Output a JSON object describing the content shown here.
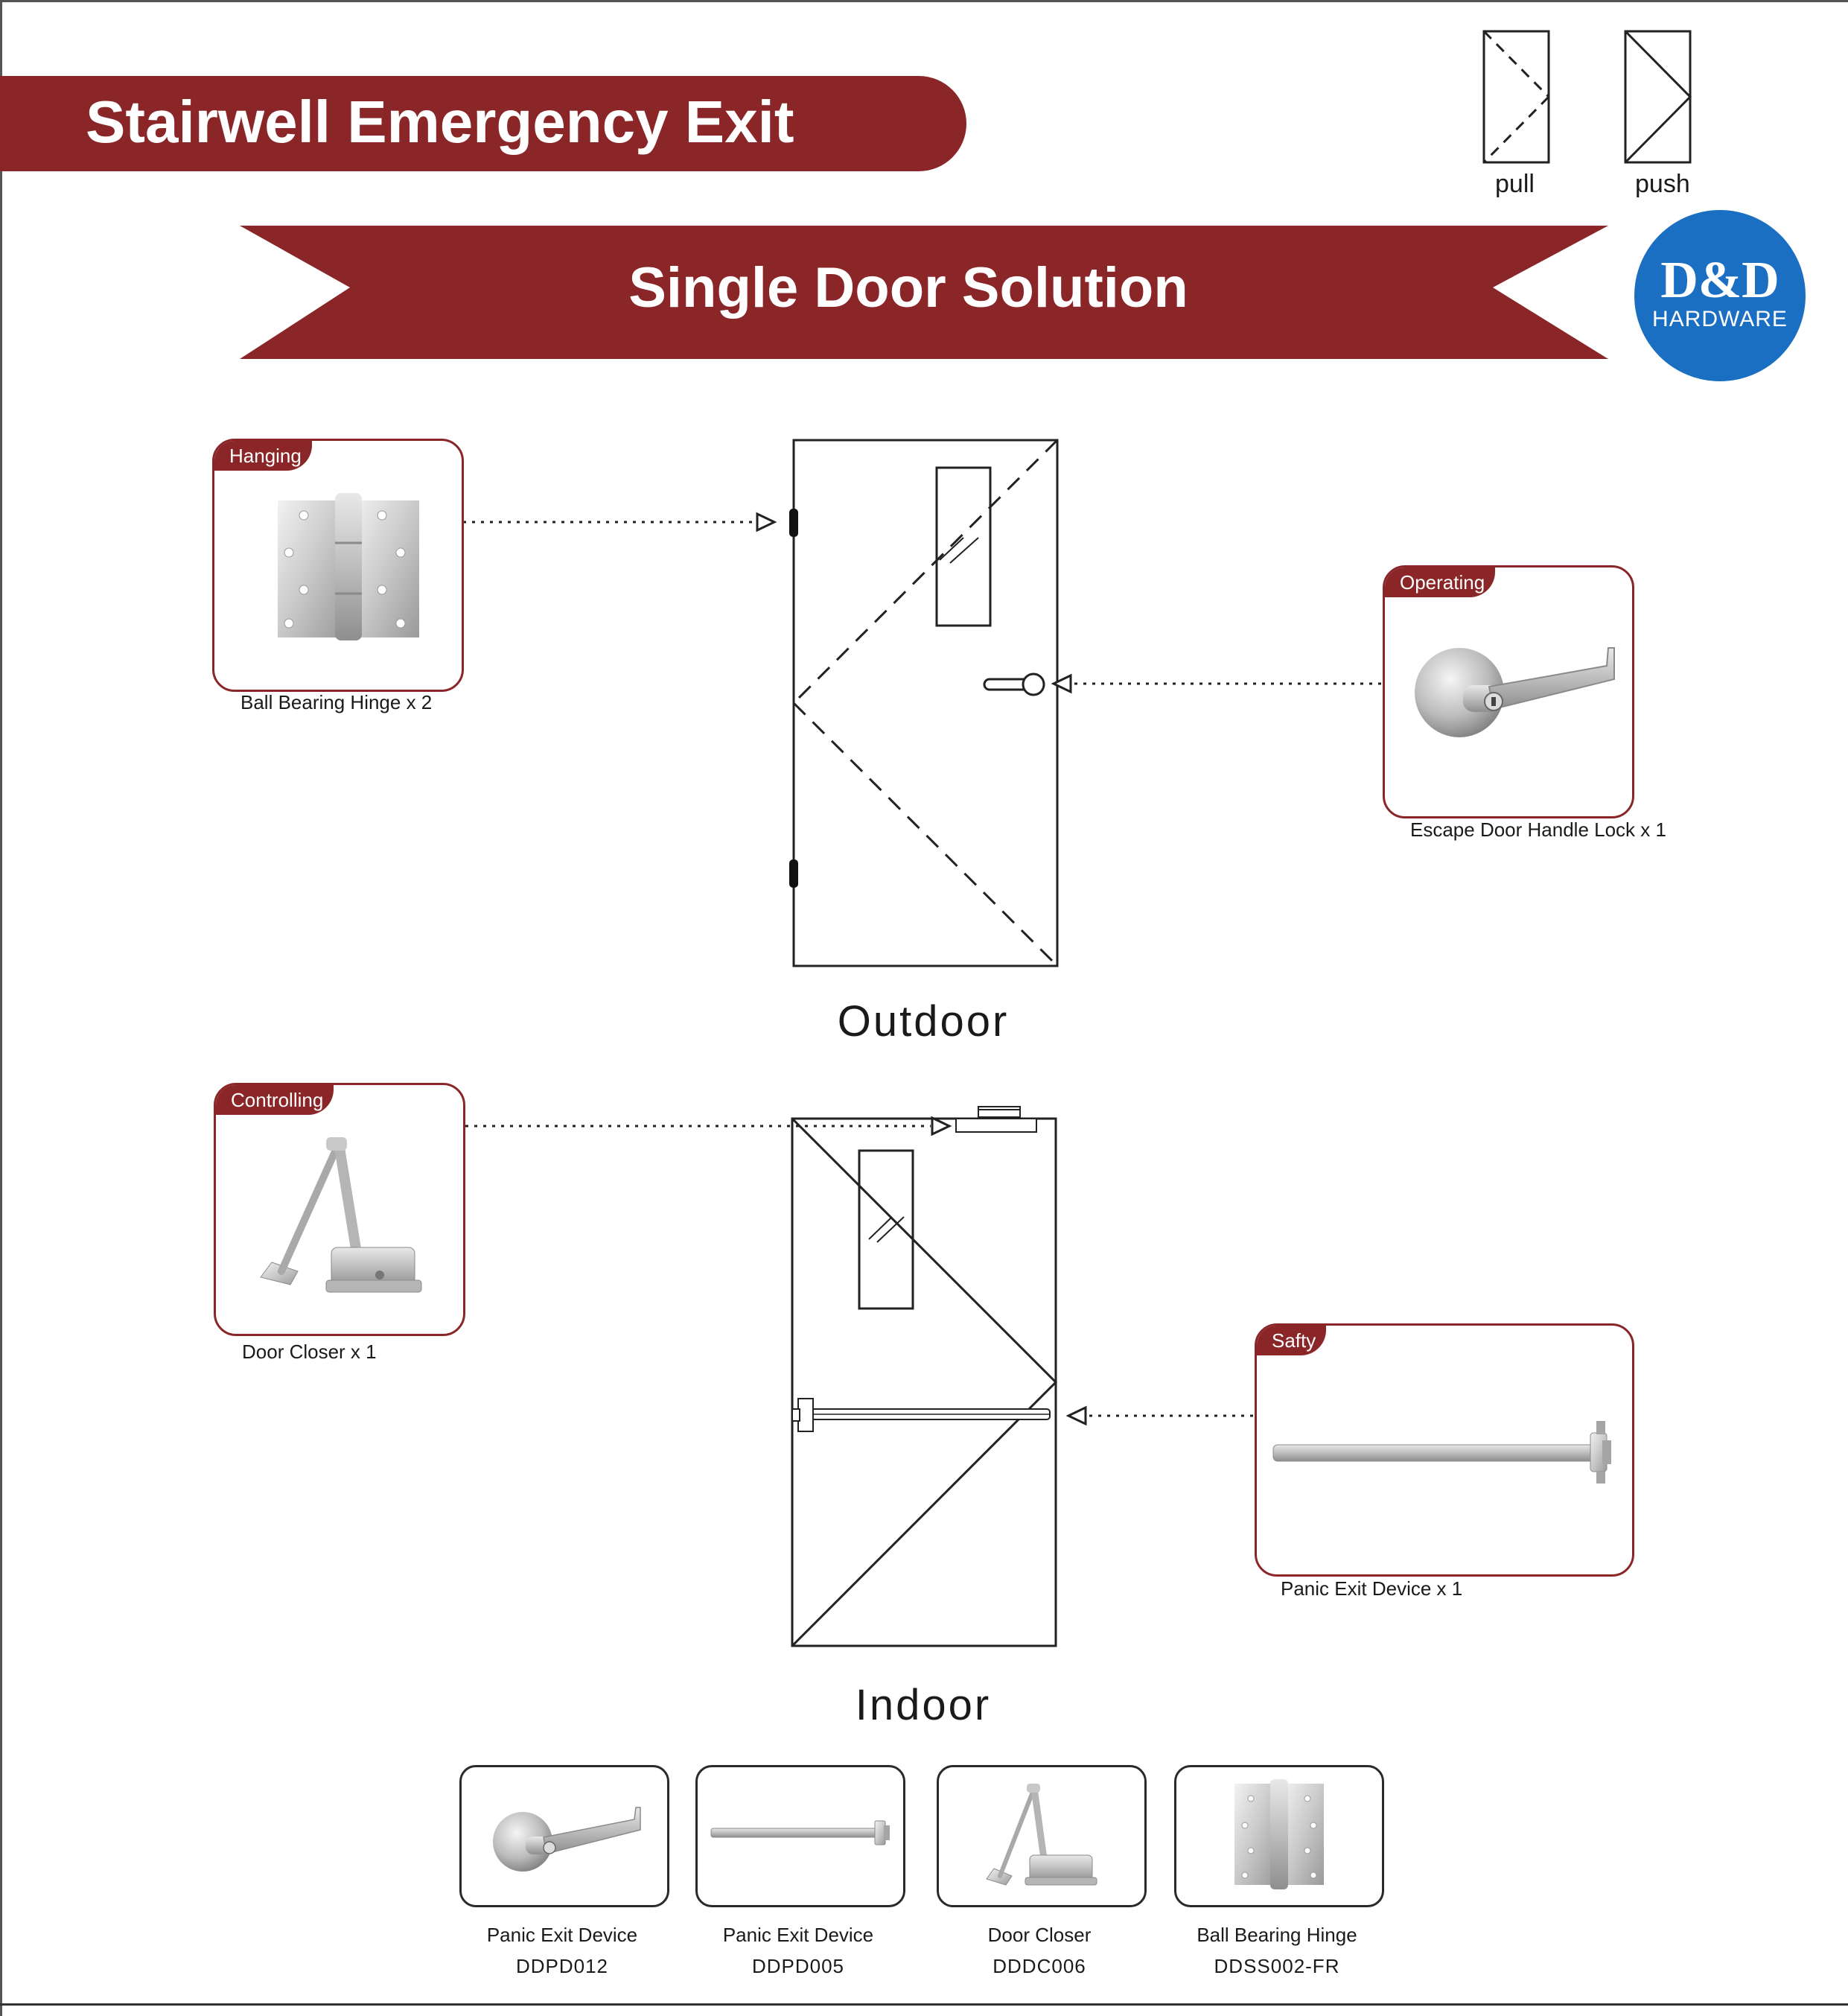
{
  "header": {
    "title": "Stairwell Emergency Exit",
    "subtitle": "Single Door Solution"
  },
  "legend": [
    {
      "label": "pull"
    },
    {
      "label": "push"
    }
  ],
  "logo": {
    "main": "D&D",
    "sub": "HARDWARE"
  },
  "colors": {
    "brand_red": "#8b2628",
    "logo_blue": "#1b6fc2"
  },
  "callouts": {
    "hanging": {
      "tab": "Hanging",
      "caption": "Ball Bearing Hinge x 2"
    },
    "operating": {
      "tab": "Operating",
      "caption": "Escape Door Handle Lock  x 1"
    },
    "controlling": {
      "tab": "Controlling",
      "caption": "Door Closer x 1"
    },
    "safety": {
      "tab": "Safty",
      "caption": "Panic Exit Device x 1"
    }
  },
  "doors": {
    "outdoor": {
      "label": "Outdoor"
    },
    "indoor": {
      "label": "Indoor"
    }
  },
  "products": [
    {
      "name": "Panic Exit Device",
      "code": "DDPD012",
      "icon": "lever-handle-icon"
    },
    {
      "name": "Panic Exit Device",
      "code": "DDPD005",
      "icon": "panic-bar-icon"
    },
    {
      "name": "Door Closer",
      "code": "DDDC006",
      "icon": "door-closer-icon"
    },
    {
      "name": "Ball Bearing Hinge",
      "code": "DDSS002-FR",
      "icon": "hinge-icon"
    }
  ]
}
